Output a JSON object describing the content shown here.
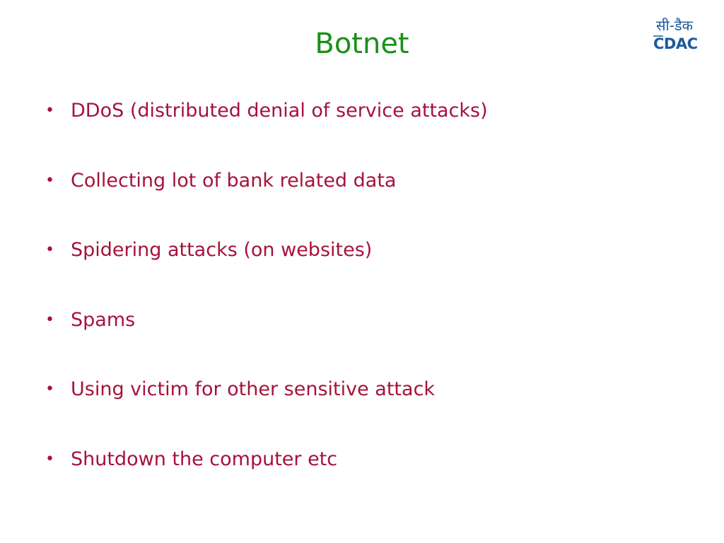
{
  "slide": {
    "title": "Botnet",
    "logo": {
      "hindi_text": "सी-डैक",
      "latin_text": "CDAC"
    },
    "bullet_symbol": "•",
    "bullets": [
      "DDoS (distributed denial of service attacks)",
      "Collecting lot of bank related data",
      "Spidering attacks (on websites)",
      "Spams",
      "Using victim for other sensitive attack",
      "Shutdown the computer etc"
    ],
    "colors": {
      "title": "#1a9018",
      "bullet_text": "#a6123c",
      "logo": "#1d5a9c",
      "background": "#ffffff"
    }
  }
}
